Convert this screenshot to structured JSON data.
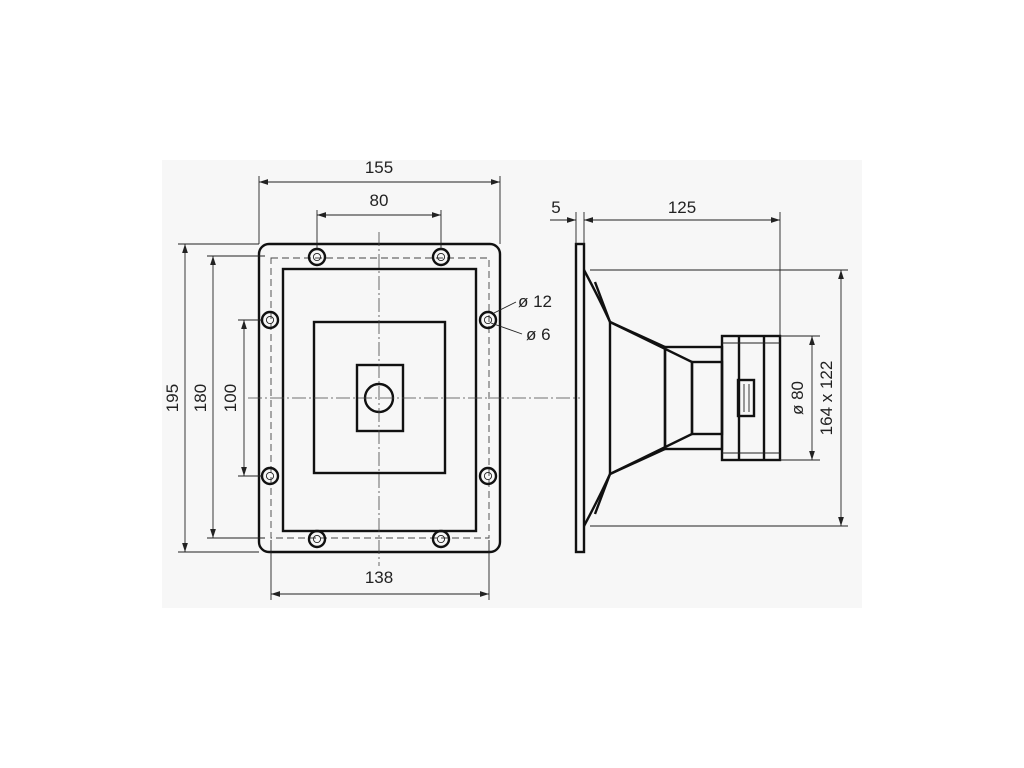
{
  "front_view": {
    "dimensions": {
      "overall_width": "155",
      "hole_spacing_top": "80",
      "bottom_hole_spacing": "138",
      "overall_height": "195",
      "frame_height": "180",
      "side_hole_spacing": "100"
    },
    "callouts": {
      "outer_diameter": "ø 12",
      "hole_diameter": "ø 6"
    }
  },
  "side_view": {
    "dimensions": {
      "flange_thickness": "5",
      "depth": "125",
      "driver_diameter": "ø 80",
      "mouth_size": "164 x 122"
    }
  },
  "colors": {
    "line": "#111111",
    "background": "#ffffff"
  }
}
